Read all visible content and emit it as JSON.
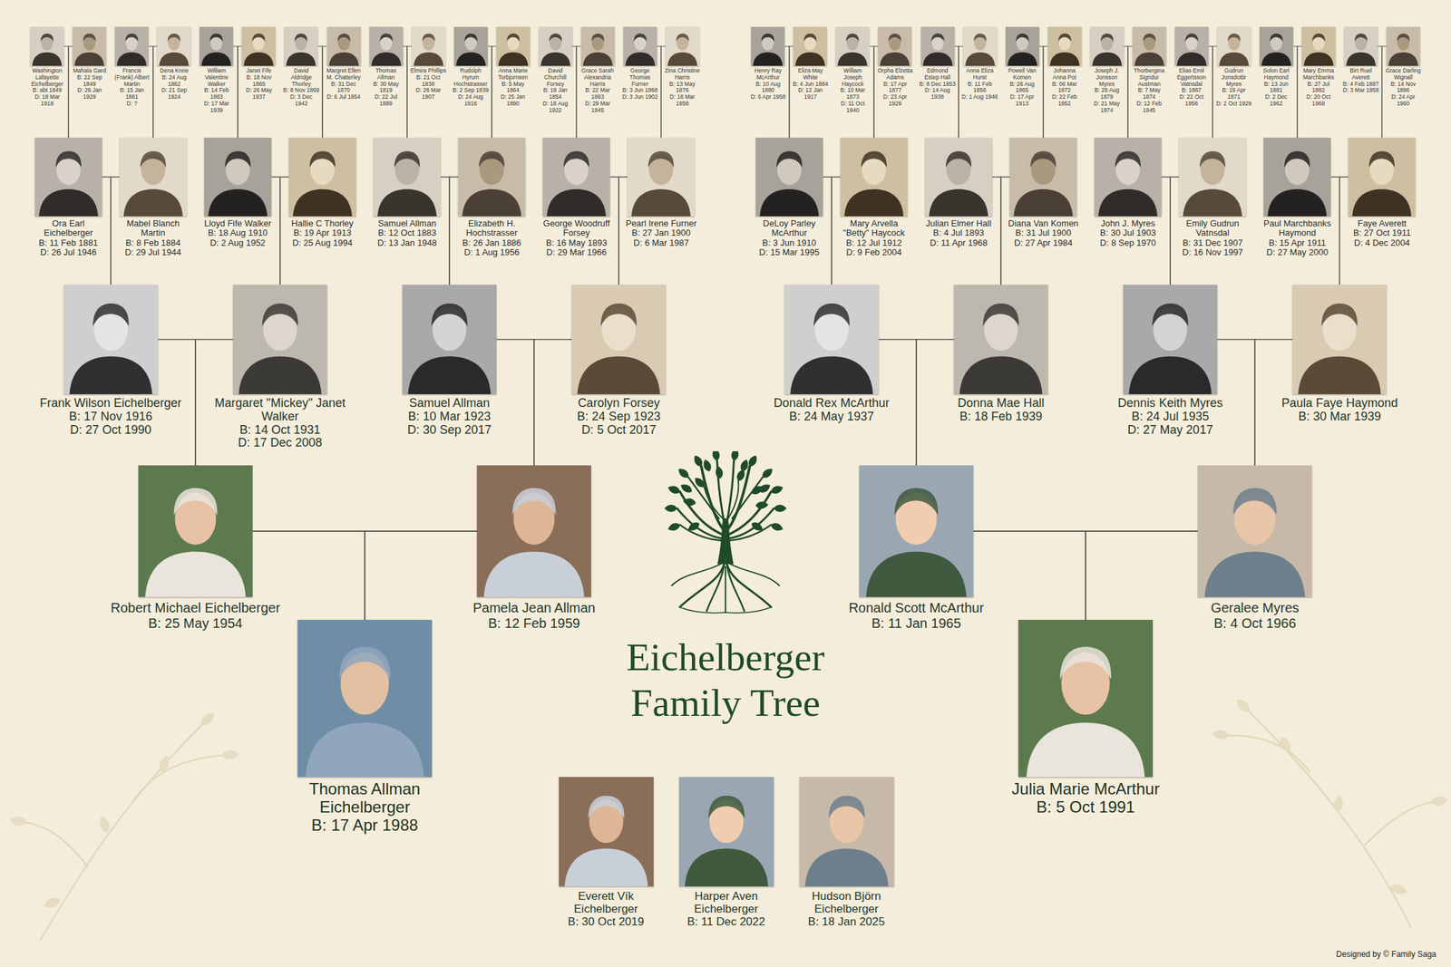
{
  "diagram": {
    "title": "Eichelberger Family Tree",
    "nodes": [
      {
        "text": [
          "Washington Lafayette Eichelberger",
          "B: abt 1849",
          "D: 18 Mar 1918"
        ]
      },
      {
        "text": [
          "Mahala Gard",
          "B: 22 Sep 1849",
          "D: 26 Jan 1929"
        ]
      },
      {
        "text": [
          "Francis (Frank) Albert Martin",
          "B: 15 Jan 1861",
          "D: ?"
        ]
      },
      {
        "text": [
          "Dena Kreie",
          "B: 24 Aug 1862",
          "D: 21 Sep 1924"
        ]
      },
      {
        "text": [
          "William Valentine Walker",
          "B: 14 Feb 1863",
          "D: 17 Mar 1939"
        ]
      },
      {
        "text": [
          "Janet Fife",
          "B: 18 Nov 1865",
          "D: 26 May 1937"
        ]
      },
      {
        "text": [
          "David Aldridge Thorley",
          "B: 8 Nov 1869",
          "D: 3 Dec 1942"
        ]
      },
      {
        "text": [
          "Margret Ellen M. Chatterley",
          "B: 31 Dec 1870",
          "D: 6 Jul 1954"
        ]
      },
      {
        "text": [
          "Thomas Allman",
          "B: 30 May 1819",
          "D: 22 Jul 1889"
        ]
      },
      {
        "text": [
          "Elmira Phillips",
          "B: 21 Oct 1838",
          "D: 26 Mar 1907"
        ]
      },
      {
        "text": [
          "Rudolph Hyrum Hochstrasser",
          "B: 2 Sep 1839",
          "D: 24 Aug 1916"
        ]
      },
      {
        "text": [
          "Anna Marie Torbjornsen",
          "B: 5 May 1864",
          "D: 25 Jan 1890"
        ]
      },
      {
        "text": [
          "David Churchill Forsey",
          "B: 18 Jan 1854",
          "D: 18 Aug 1922"
        ]
      },
      {
        "text": [
          "Grace Sarah Alexandria Harris",
          "B: 22 Mar 1863",
          "D: 29 Mar 1945"
        ]
      },
      {
        "text": [
          "George Thomas Furner",
          "B: 3 Jun 1868",
          "D: 3 Jun 1902"
        ]
      },
      {
        "text": [
          "Zina Christine Harris",
          "B: 13 May 1876",
          "D: 16 Mar 1958"
        ]
      },
      {
        "text": [
          "Henry Ray McArthur",
          "B: 10 Aug 1880",
          "D: 6 Apr 1958"
        ]
      },
      {
        "text": [
          "Eliza May White",
          "B: 4 Jun 1884",
          "D: 12 Jan 1917"
        ]
      },
      {
        "text": [
          "William Joseph Haycock",
          "B: 10 Mar 1873",
          "D: 11 Oct 1940"
        ]
      },
      {
        "text": [
          "Orpha Elzetta Adams",
          "B: 17 Apr 1877",
          "D: 23 Apr 1929"
        ]
      },
      {
        "text": [
          "Edmond Estep Hall",
          "B: 8 Dec 1853",
          "D: 14 Aug 1938"
        ]
      },
      {
        "text": [
          "Anna Eliza Hurst",
          "B: 11 Feb 1856",
          "D: 1 Aug 1946"
        ]
      },
      {
        "text": [
          "Powell Van Komen",
          "B: 26 Aug 1865",
          "D: 17 Apr 1913"
        ]
      },
      {
        "text": [
          "Johanna Anna Pot",
          "B: 06 Mar 1872",
          "D: 22 Feb 1952"
        ]
      },
      {
        "text": [
          "Joseph J. Jonsson Myres",
          "B: 28 Aug 1879",
          "D: 21 May 1974"
        ]
      },
      {
        "text": [
          "Thorbergina Sigridur Austman",
          "B: 7 May 1874",
          "D: 12 Feb 1945"
        ]
      },
      {
        "text": [
          "Elias Emil Eggertsson Vatnsdal",
          "B: 1867",
          "D: 22 Oct 1956"
        ]
      },
      {
        "text": [
          "Gudrun Jonsdottir Myres",
          "B: 19 Apr 1871",
          "D: 2 Oct 1929"
        ]
      },
      {
        "text": [
          "Solon Earl Haymond",
          "B: 13 Jun 1881",
          "D: 2 Dec 1962"
        ]
      },
      {
        "text": [
          "Mary Emma Marchbanks",
          "B: 27 Jul 1882",
          "D: 20 Oct 1968"
        ]
      },
      {
        "text": [
          "Birt Ruel Averett",
          "B: 4 Feb 1887",
          "D: 3 Mar 1958"
        ]
      },
      {
        "text": [
          "Grace Darling Wignall",
          "B: 14 Nov 1886",
          "D: 24 Apr 1960"
        ]
      },
      {
        "text": [
          "Ora Earl Eichelberger",
          "B: 11 Feb 1881",
          "D: 26 Jul 1946"
        ]
      },
      {
        "text": [
          "Mabel Blanch Martin",
          "B: 8 Feb 1884",
          "D: 29 Jul 1944"
        ]
      },
      {
        "text": [
          "Lloyd Fife Walker",
          "B: 18 Aug 1910",
          "D: 2 Aug 1952"
        ]
      },
      {
        "text": [
          "Hallie C Thorley",
          "B: 19 Apr 1913",
          "D: 25 Aug 1994"
        ]
      },
      {
        "text": [
          "Samuel Allman",
          "B: 12 Oct 1883",
          "D: 13 Jan 1948"
        ]
      },
      {
        "text": [
          "Elizabeth H. Hochstrasser",
          "B: 26 Jan 1886",
          "D: 1 Aug 1956"
        ]
      },
      {
        "text": [
          "George Woodruff Forsey",
          "B: 16 May 1893",
          "D: 29 Mar 1966"
        ]
      },
      {
        "text": [
          "Pearl Irene Furner",
          "B: 27 Jan 1900",
          "D: 6 Mar 1987"
        ]
      },
      {
        "text": [
          "DeLoy Parley McArthur",
          "B: 3 Jun 1910",
          "D: 15 Mar 1995"
        ]
      },
      {
        "text": [
          "Mary Arvella \"Betty\" Haycock",
          "B: 12 Jul 1912",
          "D: 9 Feb 2004"
        ]
      },
      {
        "text": [
          "Julian Elmer Hall",
          "B: 4 Jul 1893",
          "D: 11 Apr 1968"
        ]
      },
      {
        "text": [
          "Diana Van Komen",
          "B: 31 Jul 1900",
          "D: 27 Apr 1984"
        ]
      },
      {
        "text": [
          "John J. Myres",
          "B: 30 Jul 1903",
          "D: 8 Sep 1970"
        ]
      },
      {
        "text": [
          "Emily Gudrun Vatnsdal",
          "B: 31 Dec 1907",
          "D: 16 Nov 1997"
        ]
      },
      {
        "text": [
          "Paul Marchbanks Haymond",
          "B: 15 Apr 1911",
          "D: 27 May 2000"
        ]
      },
      {
        "text": [
          "Faye Averett",
          "B: 27 Oct 1911",
          "D: 4 Dec 2004"
        ]
      },
      {
        "text": [
          "Frank Wilson Eichelberger",
          "B: 17 Nov 1916",
          "D: 27 Oct 1990"
        ]
      },
      {
        "text": [
          "Margaret \"Mickey\" Janet Walker",
          "B: 14 Oct 1931",
          "D: 17 Dec 2008"
        ]
      },
      {
        "text": [
          "Samuel Allman",
          "B: 10 Mar 1923",
          "D: 30 Sep 2017"
        ]
      },
      {
        "text": [
          "Carolyn Forsey",
          "B: 24 Sep 1923",
          "D: 5 Oct 2017"
        ]
      },
      {
        "text": [
          "Donald Rex McArthur",
          "B: 24 May 1937"
        ]
      },
      {
        "text": [
          "Donna Mae Hall",
          "B: 18 Feb 1939"
        ]
      },
      {
        "text": [
          "Dennis Keith Myres",
          "B: 24 Jul 1935",
          "D: 27 May 2017"
        ]
      },
      {
        "text": [
          "Paula Faye Haymond",
          "B: 30 Mar 1939"
        ]
      },
      {
        "text": [
          "Robert Michael Eichelberger",
          "B: 25 May 1954"
        ]
      },
      {
        "text": [
          "Pamela Jean Allman",
          "B: 12 Feb 1959"
        ]
      },
      {
        "text": [
          "Ronald Scott McArthur",
          "B: 11 Jan 1965"
        ]
      },
      {
        "text": [
          "Geralee Myres",
          "B: 4 Oct 1966"
        ]
      },
      {
        "text": [
          "Thomas Allman Eichelberger",
          "B: 17 Apr 1988"
        ]
      },
      {
        "text": [
          "Julia Marie McArthur",
          "B: 5 Oct 1991"
        ]
      },
      {
        "text": [
          "Everett Vík Eichelberger",
          "B: 30 Oct 2019"
        ]
      },
      {
        "text": [
          "Harper Aven Eichelberger",
          "B: 11 Dec 2022"
        ]
      },
      {
        "text": [
          "Hudson Björn Eichelberger",
          "B: 18 Jan 2025"
        ]
      }
    ],
    "edges": [
      {
        "from": 0,
        "to": 32,
        "arrow": "none"
      },
      {
        "from": 1,
        "to": 32,
        "arrow": "none"
      },
      {
        "from": 2,
        "to": 33,
        "arrow": "none"
      },
      {
        "from": 3,
        "to": 33,
        "arrow": "none"
      },
      {
        "from": 4,
        "to": 34,
        "arrow": "none"
      },
      {
        "from": 5,
        "to": 34,
        "arrow": "none"
      },
      {
        "from": 6,
        "to": 35,
        "arrow": "none"
      },
      {
        "from": 7,
        "to": 35,
        "arrow": "none"
      },
      {
        "from": 8,
        "to": 36,
        "arrow": "none"
      },
      {
        "from": 9,
        "to": 36,
        "arrow": "none"
      },
      {
        "from": 10,
        "to": 37,
        "arrow": "none"
      },
      {
        "from": 11,
        "to": 37,
        "arrow": "none"
      },
      {
        "from": 12,
        "to": 38,
        "arrow": "none"
      },
      {
        "from": 13,
        "to": 38,
        "arrow": "none"
      },
      {
        "from": 14,
        "to": 39,
        "arrow": "none"
      },
      {
        "from": 15,
        "to": 39,
        "arrow": "none"
      },
      {
        "from": 16,
        "to": 40,
        "arrow": "none"
      },
      {
        "from": 17,
        "to": 40,
        "arrow": "none"
      },
      {
        "from": 18,
        "to": 41,
        "arrow": "none"
      },
      {
        "from": 19,
        "to": 41,
        "arrow": "none"
      },
      {
        "from": 20,
        "to": 42,
        "arrow": "none"
      },
      {
        "from": 21,
        "to": 42,
        "arrow": "none"
      },
      {
        "from": 22,
        "to": 43,
        "arrow": "none"
      },
      {
        "from": 23,
        "to": 43,
        "arrow": "none"
      },
      {
        "from": 24,
        "to": 44,
        "arrow": "none"
      },
      {
        "from": 25,
        "to": 44,
        "arrow": "none"
      },
      {
        "from": 26,
        "to": 45,
        "arrow": "none"
      },
      {
        "from": 27,
        "to": 45,
        "arrow": "none"
      },
      {
        "from": 28,
        "to": 46,
        "arrow": "none"
      },
      {
        "from": 29,
        "to": 46,
        "arrow": "none"
      },
      {
        "from": 30,
        "to": 47,
        "arrow": "none"
      },
      {
        "from": 31,
        "to": 47,
        "arrow": "none"
      },
      {
        "from": 32,
        "to": 48,
        "arrow": "none"
      },
      {
        "from": 33,
        "to": 48,
        "arrow": "none"
      },
      {
        "from": 34,
        "to": 49,
        "arrow": "none"
      },
      {
        "from": 35,
        "to": 49,
        "arrow": "none"
      },
      {
        "from": 36,
        "to": 50,
        "arrow": "none"
      },
      {
        "from": 37,
        "to": 50,
        "arrow": "none"
      },
      {
        "from": 38,
        "to": 51,
        "arrow": "none"
      },
      {
        "from": 39,
        "to": 51,
        "arrow": "none"
      },
      {
        "from": 40,
        "to": 52,
        "arrow": "none"
      },
      {
        "from": 41,
        "to": 52,
        "arrow": "none"
      },
      {
        "from": 42,
        "to": 53,
        "arrow": "none"
      },
      {
        "from": 43,
        "to": 53,
        "arrow": "none"
      },
      {
        "from": 44,
        "to": 54,
        "arrow": "none"
      },
      {
        "from": 45,
        "to": 54,
        "arrow": "none"
      },
      {
        "from": 46,
        "to": 55,
        "arrow": "none"
      },
      {
        "from": 47,
        "to": 55,
        "arrow": "none"
      },
      {
        "from": 48,
        "to": 56,
        "arrow": "none"
      },
      {
        "from": 49,
        "to": 56,
        "arrow": "none"
      },
      {
        "from": 50,
        "to": 57,
        "arrow": "none"
      },
      {
        "from": 51,
        "to": 57,
        "arrow": "none"
      },
      {
        "from": 52,
        "to": 58,
        "arrow": "none"
      },
      {
        "from": 53,
        "to": 58,
        "arrow": "none"
      },
      {
        "from": 54,
        "to": 59,
        "arrow": "none"
      },
      {
        "from": 55,
        "to": 59,
        "arrow": "none"
      },
      {
        "from": 56,
        "to": 60,
        "arrow": "none"
      },
      {
        "from": 57,
        "to": 60,
        "arrow": "none"
      },
      {
        "from": 58,
        "to": 61,
        "arrow": "none"
      },
      {
        "from": 59,
        "to": 61,
        "arrow": "none"
      }
    ],
    "labels": [
      "Designed by © Family Saga"
    ]
  }
}
